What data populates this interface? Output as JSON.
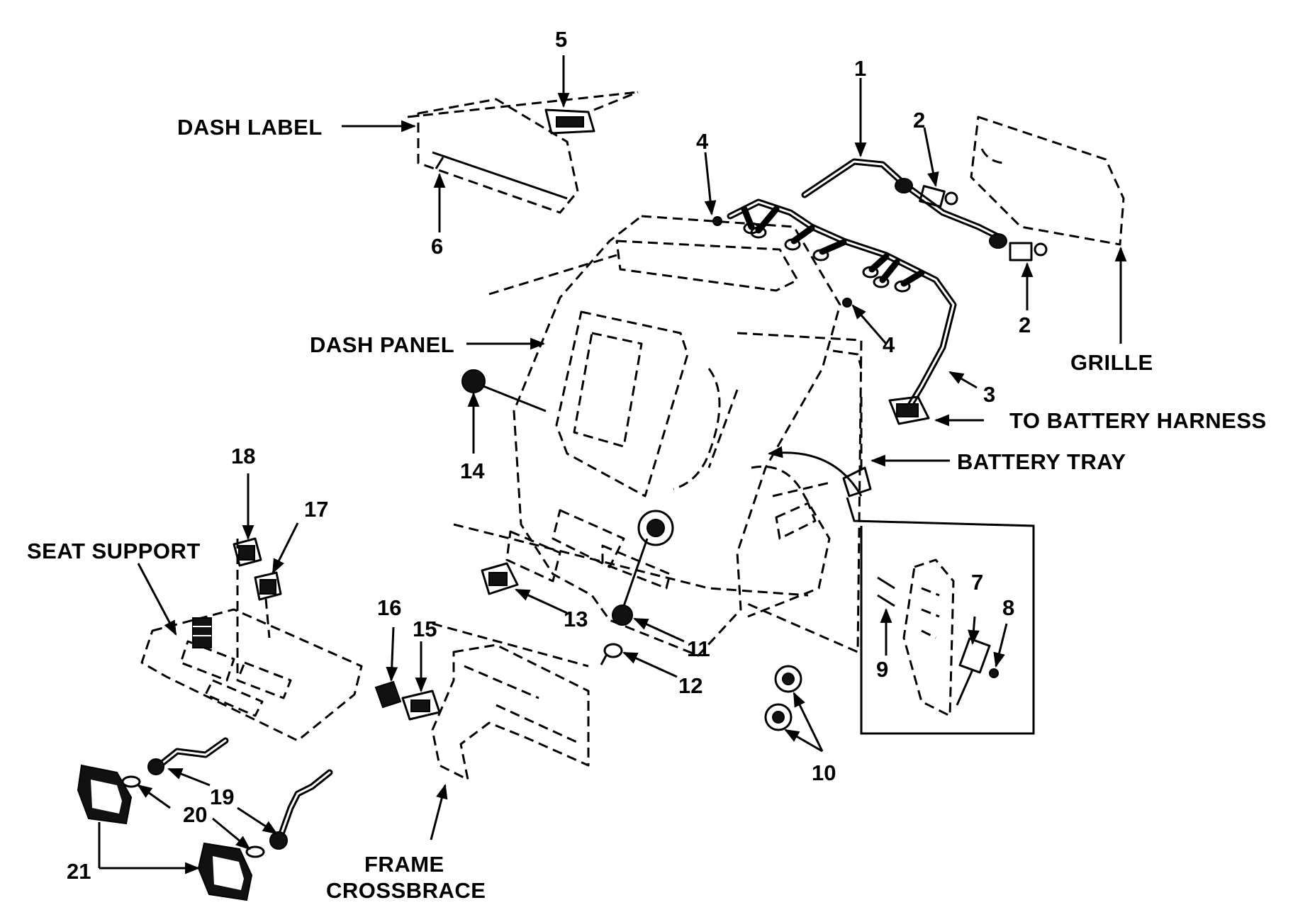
{
  "labels": {
    "dash_label": "DASH LABEL",
    "dash_panel": "DASH PANEL",
    "grille": "GRILLE",
    "to_battery_harness": "TO BATTERY HARNESS",
    "battery_tray": "BATTERY TRAY",
    "seat_support": "SEAT SUPPORT",
    "frame_line1": "FRAME",
    "frame_line2": "CROSSBRACE"
  },
  "callouts": {
    "n1": "1",
    "n2a": "2",
    "n2b": "2",
    "n3": "3",
    "n4a": "4",
    "n4b": "4",
    "n5": "5",
    "n6": "6",
    "n7": "7",
    "n8": "8",
    "n9": "9",
    "n10": "10",
    "n11": "11",
    "n12": "12",
    "n13": "13",
    "n14": "14",
    "n15": "15",
    "n16": "16",
    "n17": "17",
    "n18": "18",
    "n19": "19",
    "n20": "20",
    "n21": "21"
  }
}
